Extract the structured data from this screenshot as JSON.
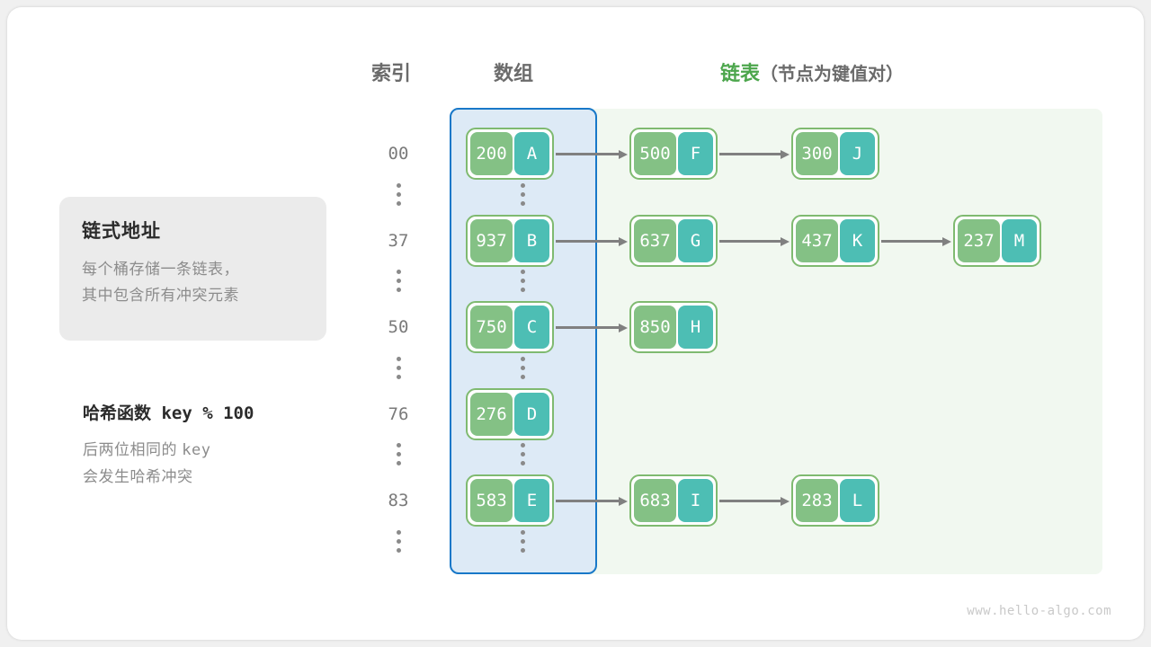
{
  "headers": {
    "index": "索引",
    "array": "数组",
    "list_main": "链表",
    "list_sub": "（节点为键值对）"
  },
  "info_box": {
    "title": "链式地址",
    "line1": "每个桶存储一条链表，",
    "line2": "其中包含所有冲突元素"
  },
  "hash_note": {
    "title_cn": "哈希函数",
    "title_code": "key % 100",
    "line1_cn": "后两位相同的",
    "line1_code": "key",
    "line2": "会发生哈希冲突"
  },
  "colors": {
    "key_box": "#84c185",
    "value_box": "#4dbeb4",
    "node_border": "#7fba70",
    "array_region_bg": "#ddeaf6",
    "array_region_border": "#1878c8",
    "list_region_bg": "#f1f8f0",
    "arrow": "#808080",
    "accent_green_text": "#4ca64c",
    "index_text": "#7a7a7a"
  },
  "buckets": [
    {
      "index": "00",
      "nodes": [
        {
          "key": "200",
          "value": "A"
        },
        {
          "key": "500",
          "value": "F"
        },
        {
          "key": "300",
          "value": "J"
        }
      ]
    },
    {
      "index": "37",
      "nodes": [
        {
          "key": "937",
          "value": "B"
        },
        {
          "key": "637",
          "value": "G"
        },
        {
          "key": "437",
          "value": "K"
        },
        {
          "key": "237",
          "value": "M"
        }
      ]
    },
    {
      "index": "50",
      "nodes": [
        {
          "key": "750",
          "value": "C"
        },
        {
          "key": "850",
          "value": "H"
        }
      ]
    },
    {
      "index": "76",
      "nodes": [
        {
          "key": "276",
          "value": "D"
        }
      ]
    },
    {
      "index": "83",
      "nodes": [
        {
          "key": "583",
          "value": "E"
        },
        {
          "key": "683",
          "value": "I"
        },
        {
          "key": "283",
          "value": "L"
        }
      ]
    }
  ],
  "ellipsis_rows": 6,
  "watermark": "www.hello-algo.com"
}
